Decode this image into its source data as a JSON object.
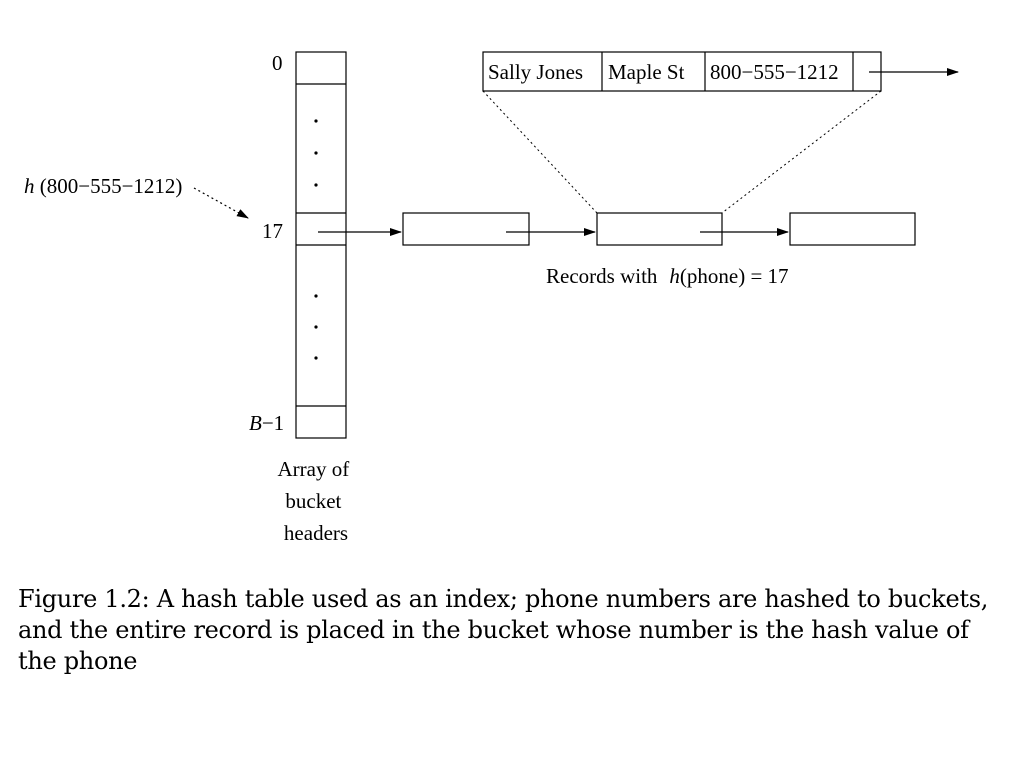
{
  "bucket_array": {
    "index_first": "0",
    "index_target": "17",
    "index_last_var": "B",
    "index_last_suffix": "−1",
    "label_lines": [
      "Array of",
      "bucket",
      "headers"
    ]
  },
  "hash_call": {
    "func": "h",
    "arg": " (800−555−1212)"
  },
  "record": {
    "name": "Sally Jones",
    "street": "Maple St",
    "phone": "800−555−1212"
  },
  "records_label": {
    "prefix": "Records with",
    "func": "h",
    "suffix": "(phone) = 17"
  },
  "caption": "Figure 1.2: A hash table used as an index; phone numbers are hashed to buckets, and the entire record is placed in the bucket whose number is the hash value of the phone"
}
